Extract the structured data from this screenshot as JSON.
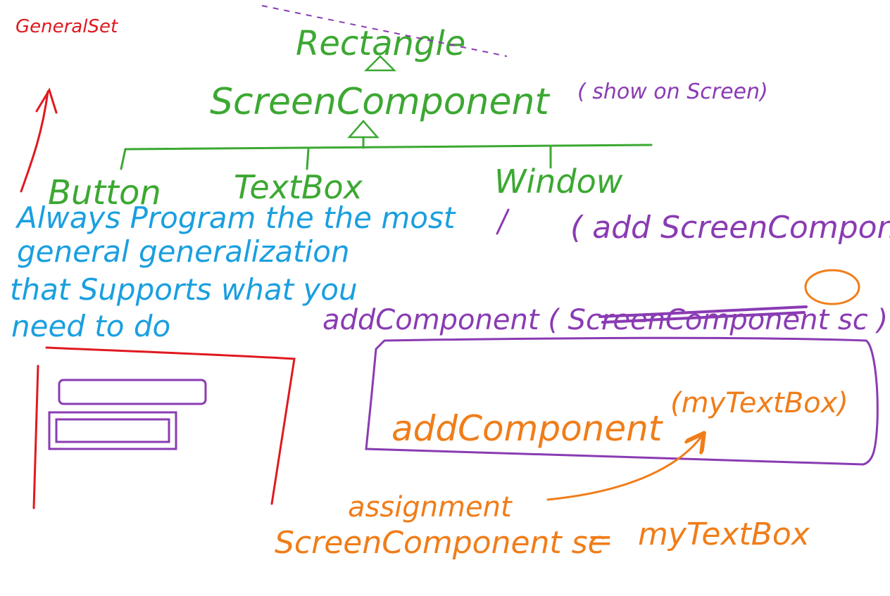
{
  "colors": {
    "red": "#e0191f",
    "green": "#3ca832",
    "purple": "#8a3bb3",
    "blue": "#1a9fe0",
    "orange": "#f07d19"
  },
  "labels": {
    "generalization": "GeneralSet",
    "rectangle": "Rectangle",
    "screen_component": "ScreenComponent",
    "show_on_screen": "( show on Screen)",
    "button": "Button",
    "textbox": "TextBox",
    "window": "Window",
    "window_note": "( add ScreenComponents)",
    "always_line1": "Always Program the the most",
    "always_line2": "general generalization",
    "always_line3": "that Supports what you",
    "always_line4": "need to do",
    "add_component_sig": "addComponent ( ScreenComponent sc )",
    "add_component_call": "addComponent",
    "my_textbox_arg": "(myTextBox)",
    "assignment": "assignment",
    "assignment_stmt_left": "ScreenComponent sc",
    "assignment_stmt_eq": "=",
    "assignment_stmt_right": "myTextBox"
  }
}
